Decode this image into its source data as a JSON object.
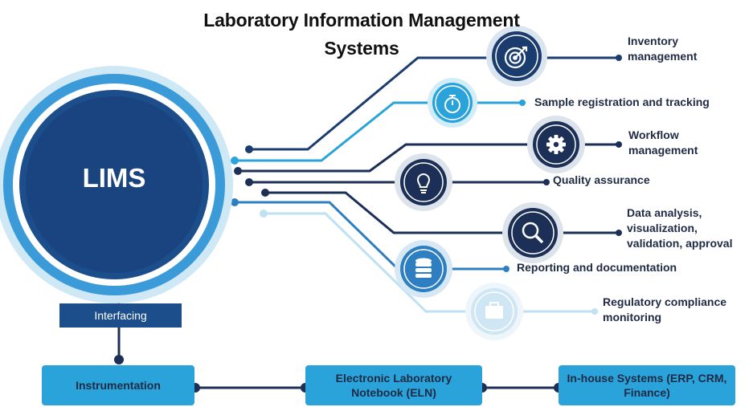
{
  "title": {
    "line1": "Laboratory Information Management",
    "line2": "Systems"
  },
  "center": {
    "label": "LIMS"
  },
  "features": {
    "inventory": {
      "line1": "Inventory",
      "line2": "management",
      "icon": "target-icon"
    },
    "sample": {
      "line1": "Sample registration and tracking",
      "icon": "stopwatch-icon"
    },
    "workflow": {
      "line1": "Workflow",
      "line2": "management",
      "icon": "gear-icon"
    },
    "quality": {
      "line1": "Quality assurance",
      "icon": "lightbulb-icon"
    },
    "analysis": {
      "line1": "Data analysis,",
      "line2": "visualization,",
      "line3": "validation, approval",
      "icon": "magnifier-icon"
    },
    "reporting": {
      "line1": "Reporting and documentation",
      "icon": "database-icon"
    },
    "regulatory": {
      "line1": "Regulatory compliance",
      "line2": "monitoring",
      "icon": "briefcase-icon"
    }
  },
  "interfacing": {
    "label": "Interfacing"
  },
  "systems": {
    "instrumentation": "Instrumentation",
    "eln": "Electronic Laboratory Notebook (ELN)",
    "inhouse": "In-house Systems (ERP, CRM, Finance)"
  },
  "colors": {
    "navy": "#1b2f57",
    "blue": "#1b4e8a",
    "sky": "#29a3da",
    "pale": "#bfe1f2",
    "text": "#1f2a44"
  }
}
